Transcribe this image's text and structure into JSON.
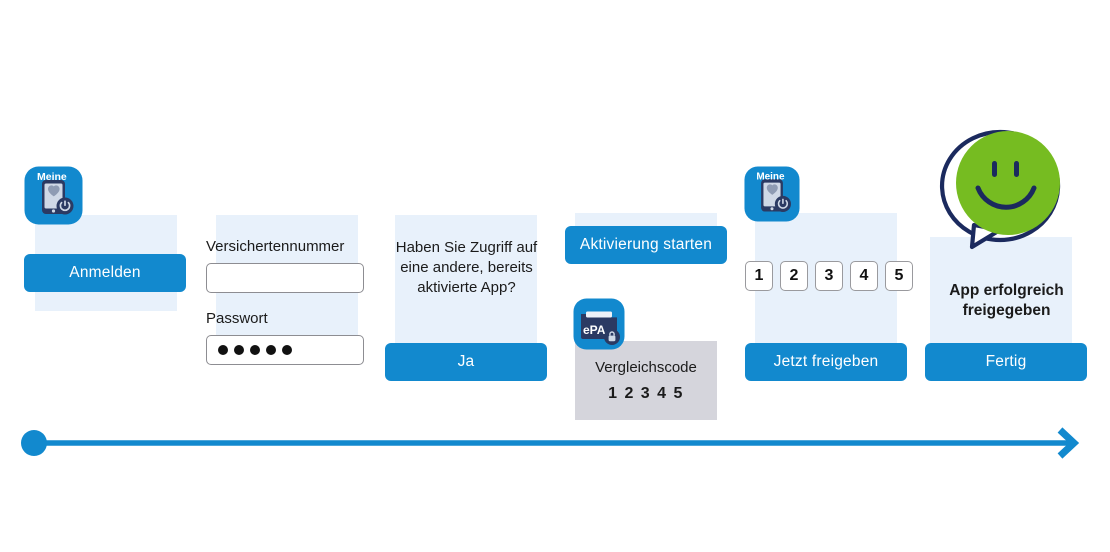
{
  "diagram": {
    "title_text_present": false,
    "accent_blue": "#1289ce",
    "panel_blue": "#e8f1fb",
    "panel_grey": "#d5d5dc",
    "smiley_green": "#76bc21",
    "smiley_outline_navy": "#1b2a5e",
    "icon_blue": "#1289ce",
    "icon_navy": "#2b3a63"
  },
  "steps": [
    {
      "id": "step-anmelden",
      "icon": "meine-app-icon",
      "icon_label": "Meine",
      "button_label": "Anmelden"
    },
    {
      "id": "step-credentials",
      "field1_label": "Versichertennummer",
      "field1_value": "",
      "field1_placeholder": "",
      "field2_label": "Passwort",
      "field2_value": "•••••",
      "field2_dots": 5
    },
    {
      "id": "step-question",
      "question": "Haben Sie Zugriff auf eine andere, bereits aktivierte App?",
      "question_lines": [
        "Haben Sie Zugriff auf",
        "eine andere, bereits",
        "aktivierte App?"
      ],
      "button_label": "Ja"
    },
    {
      "id": "step-activation",
      "button_label": "Aktivierung starten",
      "icon": "epa-folder-lock-icon",
      "icon_label": "ePA",
      "code_caption": "Vergleichscode",
      "code_value": "1 2 3 4 5"
    },
    {
      "id": "step-release",
      "icon": "meine-app-icon",
      "icon_label": "Meine",
      "digits": [
        "1",
        "2",
        "3",
        "4",
        "5"
      ],
      "button_label": "Jetzt freigeben"
    },
    {
      "id": "step-done",
      "icon": "smiley-speech-bubble-icon",
      "status_lines": [
        "App erfolgreich",
        "freigegeben"
      ],
      "status_text": "App erfolgreich freigegeben",
      "button_label": "Fertig"
    }
  ],
  "timeline": {
    "start_marker": "circle-dot",
    "end_marker": "arrow-right-icon"
  }
}
